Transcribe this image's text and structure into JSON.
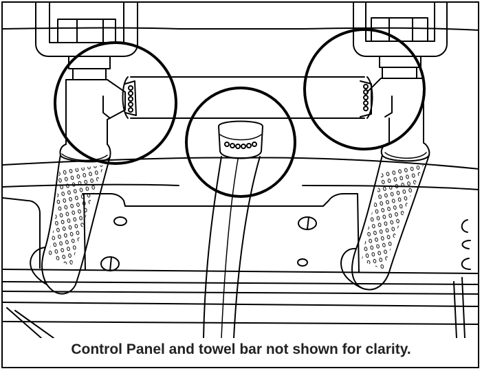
{
  "caption": "Control Panel and towel bar not shown for clarity.",
  "colors": {
    "line": "#000000",
    "background": "#ffffff",
    "caption_text": "#222222"
  },
  "callouts": [
    {
      "name": "left-connection-callout"
    },
    {
      "name": "center-hose-callout"
    },
    {
      "name": "right-connection-callout"
    }
  ]
}
